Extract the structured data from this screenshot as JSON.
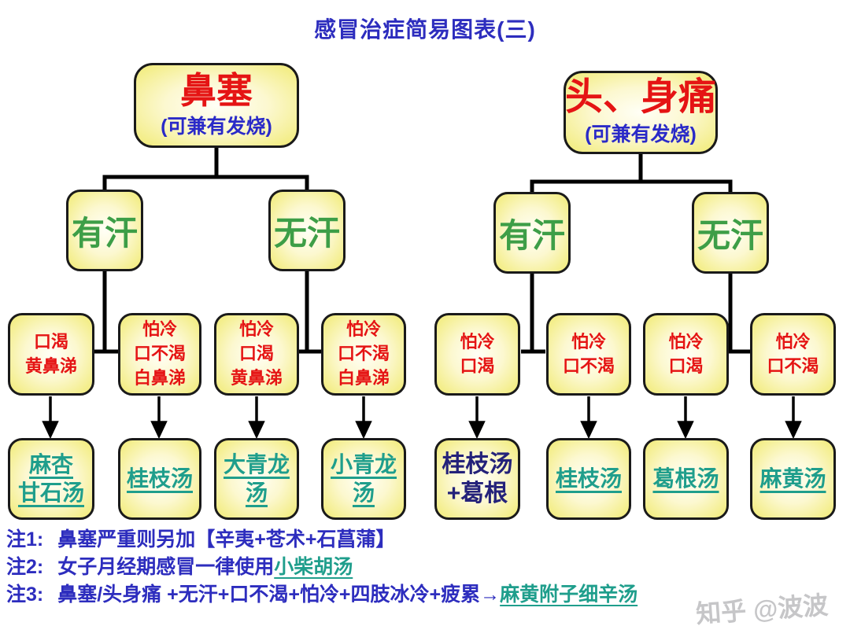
{
  "title": "感冒治症简易图表(三)",
  "roots": [
    {
      "title": "鼻塞",
      "subtitle": "(可兼有发烧)"
    },
    {
      "title": "头、身痛",
      "subtitle": "(可兼有发烧)"
    }
  ],
  "branches": [
    {
      "label": "有汗"
    },
    {
      "label": "无汗"
    },
    {
      "label": "有汗"
    },
    {
      "label": "无汗"
    }
  ],
  "symptoms": [
    {
      "text": "口渴\n黄鼻涕"
    },
    {
      "text": "怕冷\n口不渴\n白鼻涕"
    },
    {
      "text": "怕冷\n口渴\n黄鼻涕"
    },
    {
      "text": "怕冷\n口不渴\n白鼻涕"
    },
    {
      "text": "怕冷\n口渴"
    },
    {
      "text": "怕冷\n口不渴"
    },
    {
      "text": "怕冷\n口渴"
    },
    {
      "text": "怕冷\n口不渴"
    }
  ],
  "prescriptions": [
    {
      "text": "麻杏\n甘石汤"
    },
    {
      "text": "桂枝汤"
    },
    {
      "text": "大青龙\n汤"
    },
    {
      "text": "小青龙\n汤"
    },
    {
      "text": "桂枝汤\n+葛根"
    },
    {
      "text": "桂枝汤"
    },
    {
      "text": "葛根汤"
    },
    {
      "text": "麻黄汤"
    }
  ],
  "notes": [
    {
      "prefix": "注1:",
      "body": "鼻塞严重则另加【辛夷+苍术+石菖蒲】",
      "link": ""
    },
    {
      "prefix": "注2:",
      "body": "女子月经期感冒一律使用",
      "link": "小柴胡汤"
    },
    {
      "prefix": "注3:",
      "body": "鼻塞/头身痛 +无汗+口不渴+怕冷+四肢冰冷+疲累→",
      "link": "麻黄附子细辛汤"
    }
  ],
  "watermark": "知乎 @波波",
  "colors": {
    "title_blue": "#2d2dbe",
    "symptom_red": "#e51414",
    "branch_green": "#3d9e47",
    "prescription_teal": "#1f9e8c",
    "prescription_navy": "#24227a",
    "note_blue": "#2d2dbe",
    "box_fill_center": "#fffff6",
    "box_fill_edge": "#f1eb76",
    "box_border": "#1a1a1a",
    "watermark_gray": "#c6c6c8"
  }
}
